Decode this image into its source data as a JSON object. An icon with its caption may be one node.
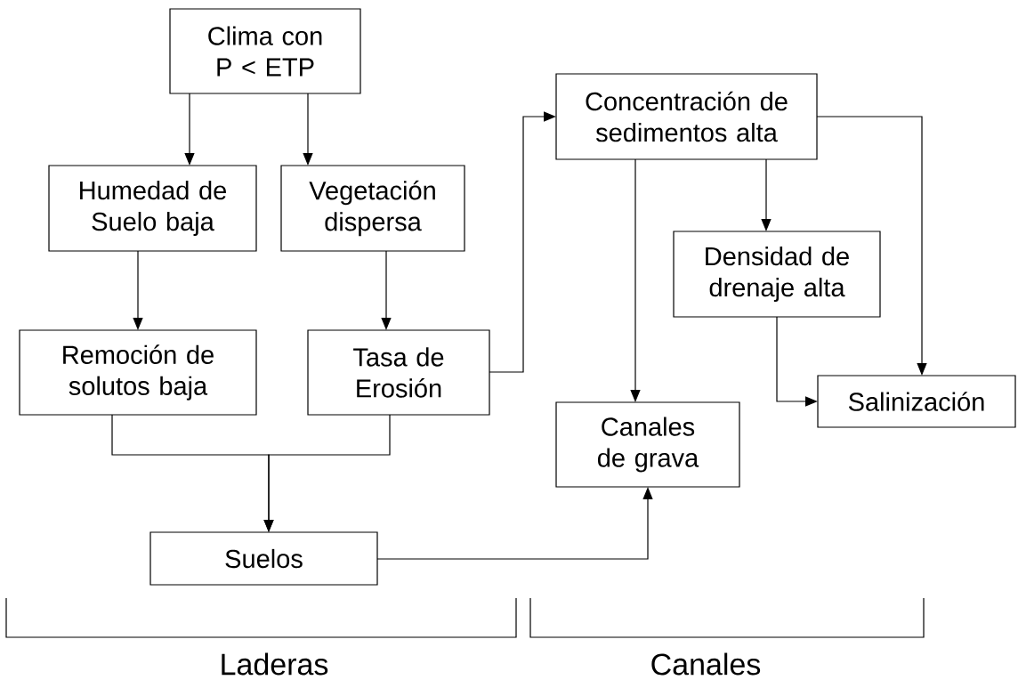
{
  "diagram": {
    "nodes": [
      {
        "text": [
          "Clima con P < ETP"
        ]
      },
      {
        "text": [
          "Humedad de Suelo baja"
        ]
      },
      {
        "text": [
          "Vegetación dispersa"
        ]
      },
      {
        "text": [
          "Remoción de solutos baja"
        ]
      },
      {
        "text": [
          "Tasa de Erosión"
        ]
      },
      {
        "text": [
          "Suelos"
        ]
      },
      {
        "text": [
          "Concentración de sedimentos alta"
        ]
      },
      {
        "text": [
          "Densidad  de drenaje alta"
        ]
      },
      {
        "text": [
          "Canales de grava"
        ]
      },
      {
        "text": [
          "Salinización"
        ]
      }
    ],
    "edges": [
      {
        "from": 0,
        "to": 1,
        "arrow": "to"
      },
      {
        "from": 0,
        "to": 2,
        "arrow": "to"
      },
      {
        "from": 1,
        "to": 3,
        "arrow": "to"
      },
      {
        "from": 2,
        "to": 4,
        "arrow": "to"
      },
      {
        "from": 3,
        "to": 5,
        "arrow": "to"
      },
      {
        "from": 4,
        "to": 5,
        "arrow": "to"
      },
      {
        "from": 4,
        "to": 6,
        "arrow": "to"
      },
      {
        "from": 6,
        "to": 8,
        "arrow": "to"
      },
      {
        "from": 6,
        "to": 7,
        "arrow": "to"
      },
      {
        "from": 6,
        "to": 9,
        "arrow": "to"
      },
      {
        "from": 7,
        "to": 9,
        "arrow": "to"
      },
      {
        "from": 5,
        "to": 8,
        "arrow": "to"
      }
    ],
    "labels": [
      "Laderas",
      "Canales"
    ]
  }
}
